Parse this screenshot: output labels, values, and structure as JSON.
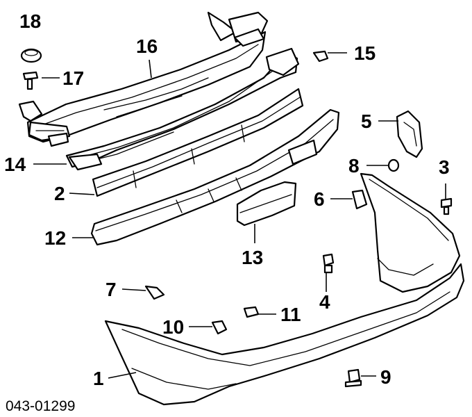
{
  "diagram": {
    "callouts": [
      "18",
      "17",
      "16",
      "15",
      "5",
      "14",
      "8",
      "3",
      "2",
      "6",
      "12",
      "13",
      "7",
      "4",
      "11",
      "10",
      "1",
      "9"
    ],
    "caption": "043-01299"
  }
}
